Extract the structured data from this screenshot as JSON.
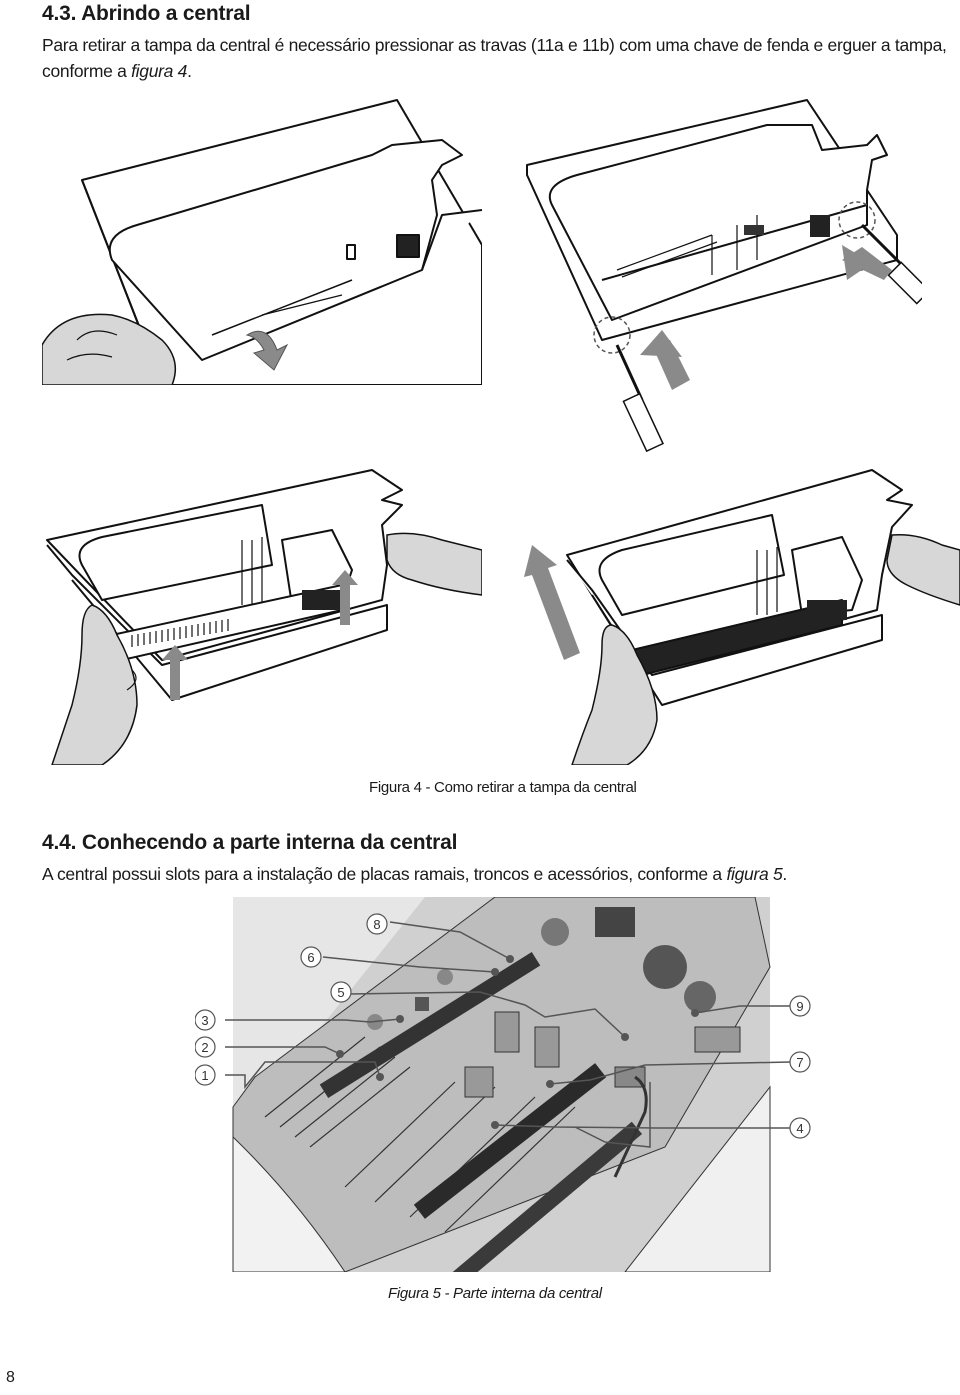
{
  "section_3": {
    "heading": "4.3. Abrindo a central",
    "para_1": "Para retirar a tampa da central é necessário pressionar as travas (11a e 11b) com uma chave de fenda e erguer a tampa,",
    "para_2_prefix": "conforme a ",
    "para_2_ref": "figura 4",
    "para_2_suffix": "."
  },
  "figure_4": {
    "caption": "Figura 4 - Como retirar a tampa da central"
  },
  "section_4": {
    "heading": "4.4. Conhecendo a parte interna da central",
    "para_prefix": "A central possui slots para a instalação de placas ramais, troncos e acessórios, conforme a ",
    "para_ref": "figura 5",
    "para_suffix": "."
  },
  "figure_5": {
    "caption": "Figura 5 - Parte interna da central",
    "callouts": [
      "1",
      "2",
      "3",
      "4",
      "5",
      "6",
      "7",
      "8",
      "9"
    ]
  },
  "page_number": "8",
  "colors": {
    "text": "#1a1a1a",
    "arrow": "#8a8a8a",
    "pcb": "#d8d8d8",
    "callout_line": "#555555"
  }
}
